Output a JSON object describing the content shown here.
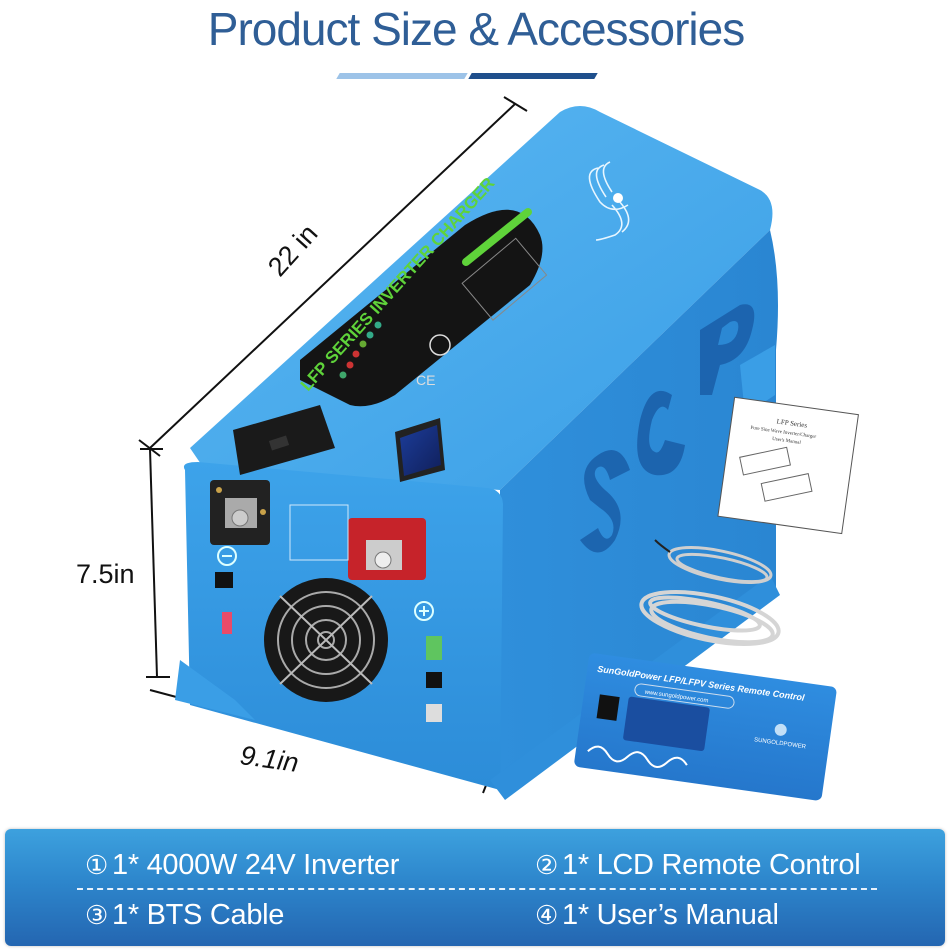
{
  "header": {
    "title": "Product Size & Accessories",
    "underline_colors": [
      "#9dc3e8",
      "#1f4f8c"
    ]
  },
  "dimensions": {
    "length": "22 in",
    "height": "7.5in",
    "width": "9.1in"
  },
  "product": {
    "panel_label": "LFP SERIES INVERTER CHARGER",
    "body_color": "#3a9ee6",
    "accent_green": "#5fd33a"
  },
  "remote": {
    "label": "SunGoldPower LFP/LFPV Series Remote Control",
    "website": "www.sungoldpower.com",
    "brand": "SUNGOLDPOWER"
  },
  "manual": {
    "title": "LFP Series",
    "subtitle": "Pure Sine Wave Inverter/Charger",
    "subtitle2": "User's Manual"
  },
  "accessories": {
    "items": [
      {
        "num": "①",
        "text": "1* 4000W 24V Inverter"
      },
      {
        "num": "②",
        "text": "1* LCD Remote Control"
      },
      {
        "num": "③",
        "text": "1* BTS Cable"
      },
      {
        "num": "④",
        "text": "1* User’s Manual"
      }
    ],
    "banner_colors": [
      "#3da1de",
      "#2466b1"
    ]
  }
}
